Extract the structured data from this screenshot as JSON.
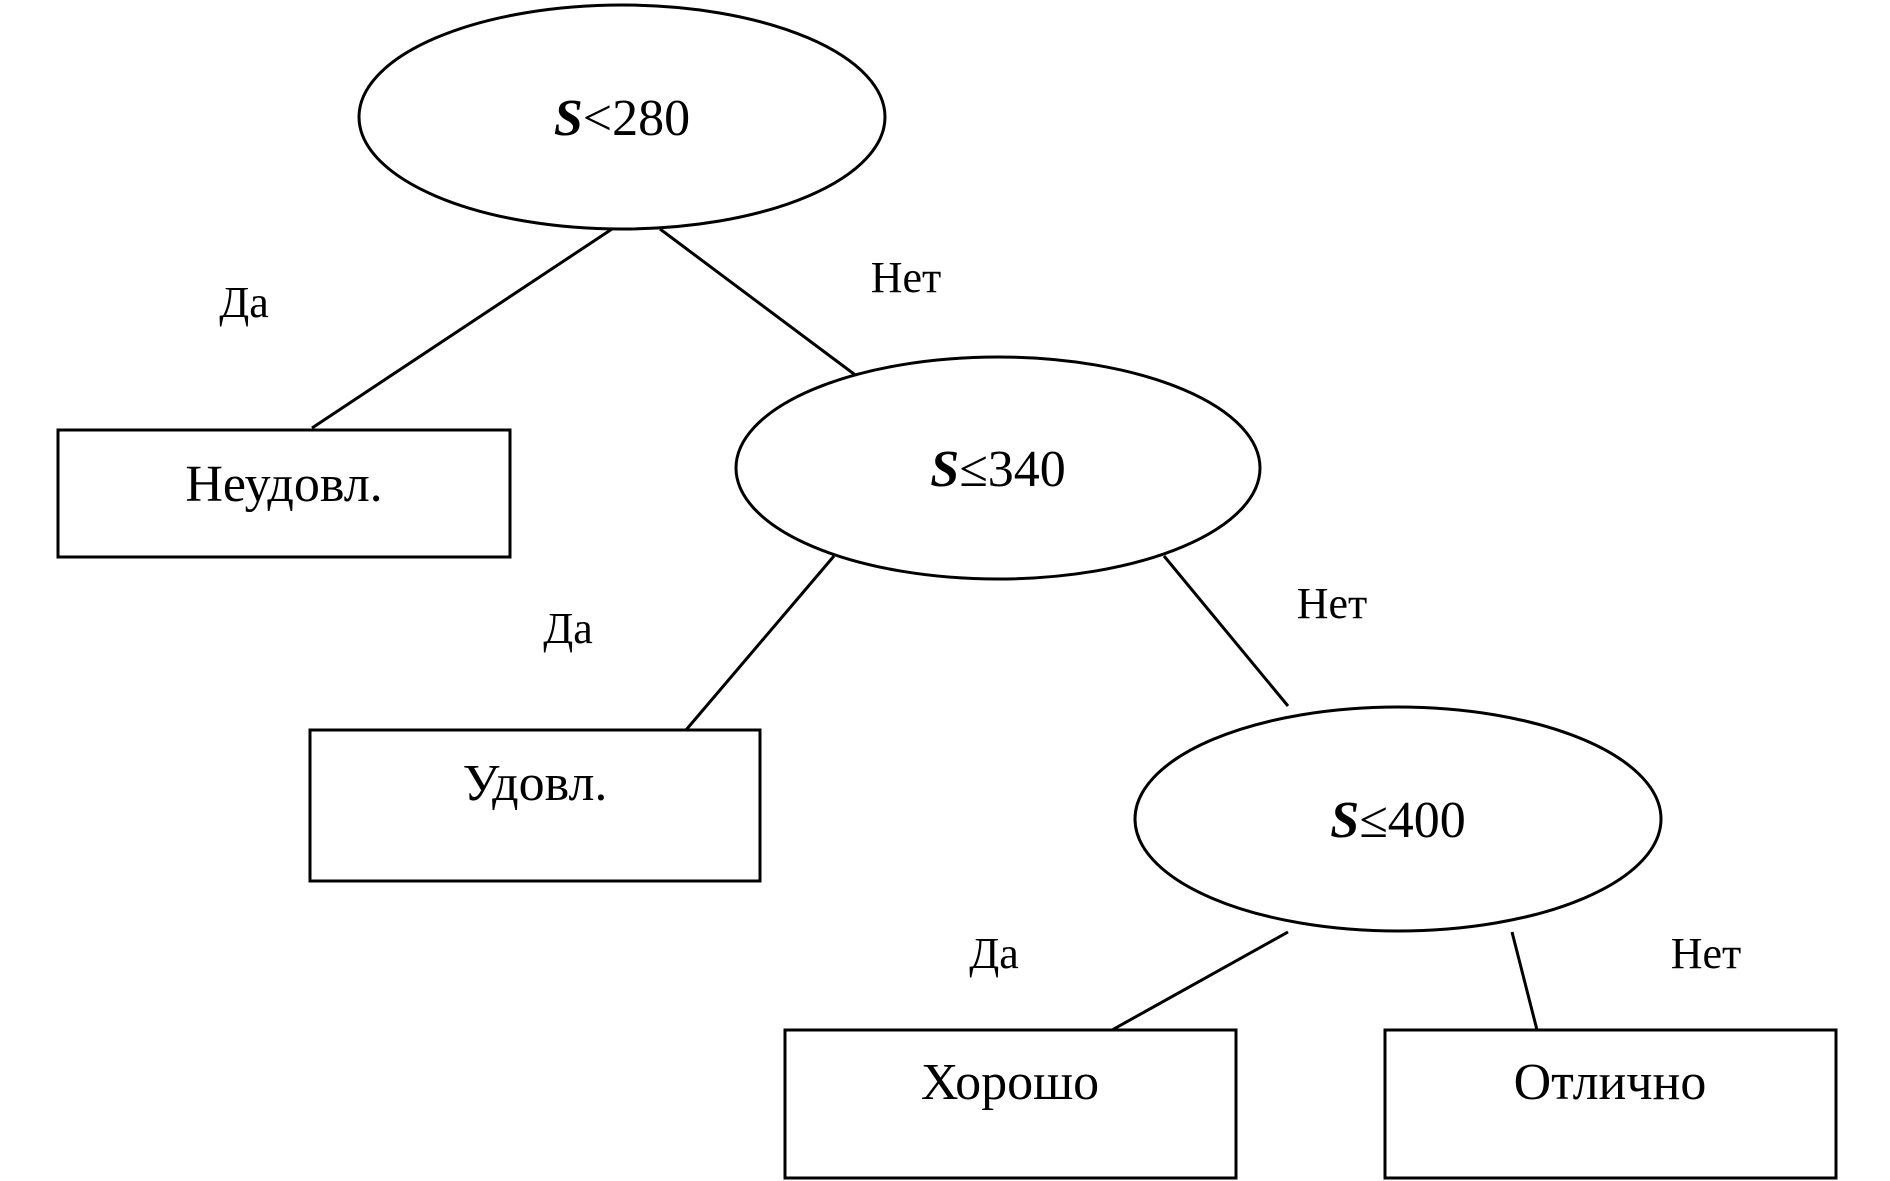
{
  "diagram": {
    "decisions": [
      {
        "variable": "S",
        "operator": "<",
        "threshold": "280"
      },
      {
        "variable": "S",
        "operator": "≤",
        "threshold": "340"
      },
      {
        "variable": "S",
        "operator": "≤",
        "threshold": "400"
      }
    ],
    "outcomes": [
      {
        "label": "Неудовл."
      },
      {
        "label": "Удовл."
      },
      {
        "label": "Хорошо"
      },
      {
        "label": "Отлично"
      }
    ],
    "branch_labels": {
      "yes": "Да",
      "no": "Нет"
    }
  }
}
